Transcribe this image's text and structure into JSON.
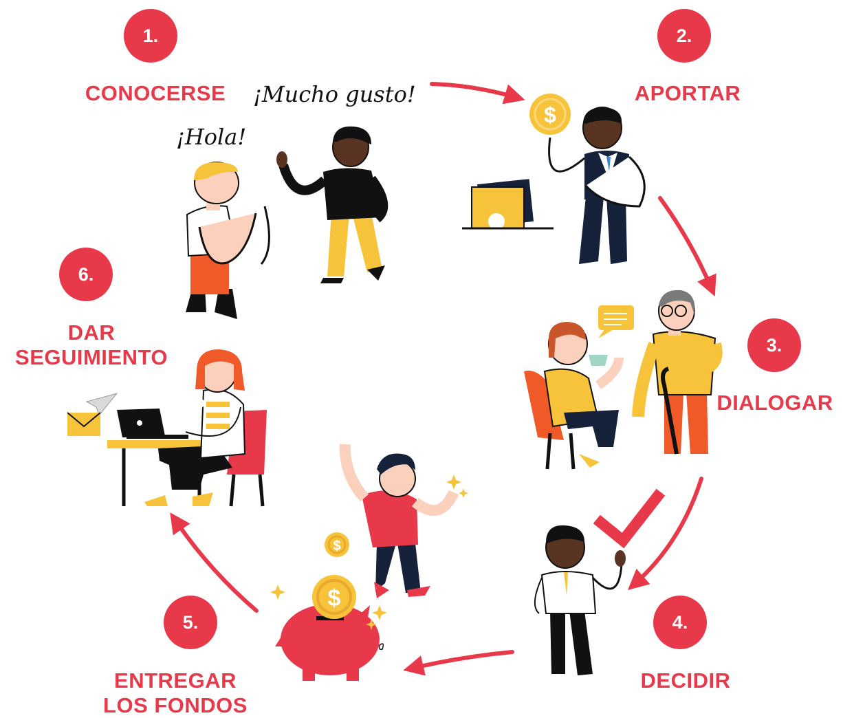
{
  "colors": {
    "accent": "#e8394b",
    "yellow": "#f7c33b",
    "navy": "#16213a",
    "skin_light": "#fbd0bd",
    "skin_dark": "#5a3422"
  },
  "steps": [
    {
      "number": "1.",
      "label": [
        "CONOCERSE"
      ]
    },
    {
      "number": "2.",
      "label": [
        "APORTAR"
      ]
    },
    {
      "number": "3.",
      "label": [
        "DIALOGAR"
      ]
    },
    {
      "number": "4.",
      "label": [
        "DECIDIR"
      ]
    },
    {
      "number": "5.",
      "label": [
        "ENTREGAR",
        "LOS FONDOS"
      ]
    },
    {
      "number": "6.",
      "label": [
        "DAR",
        "SEGUIMIENTO"
      ]
    }
  ],
  "speech": {
    "hola": "¡Hola!",
    "mucho_gusto": "¡Mucho gusto!"
  },
  "icons": [
    "coin-dollar-icon",
    "wallet-icon",
    "speech-bubble-icon",
    "checkmark-icon",
    "piggy-bank-icon",
    "envelope-icon",
    "paper-plane-icon",
    "laptop-icon",
    "sparkle-icon"
  ]
}
